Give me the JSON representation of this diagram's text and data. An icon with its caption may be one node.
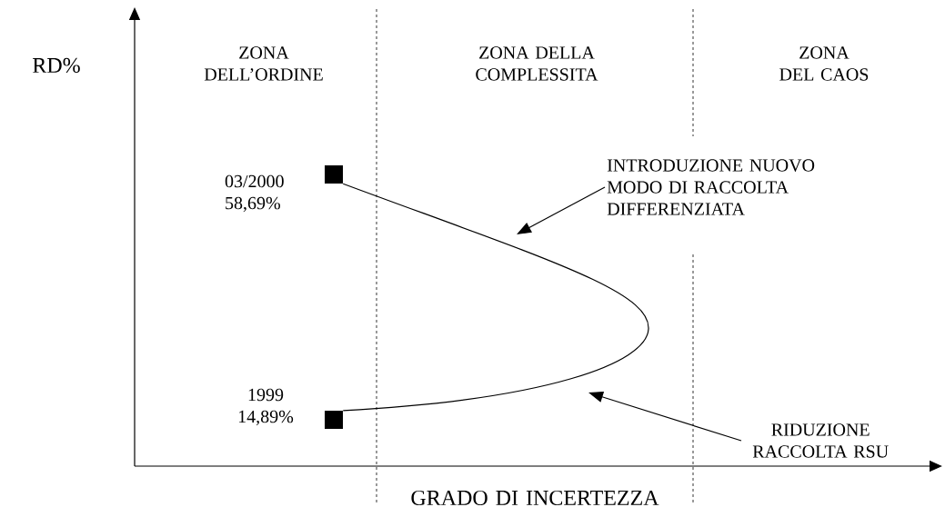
{
  "diagram": {
    "nodes": [
      {
        "text": [],
        "shape": "box",
        "beside": [
          "03/2000 58,69%"
        ]
      },
      {
        "text": [],
        "shape": "box",
        "beside": [
          "1999 14,89%"
        ]
      },
      {
        "text": [
          "INTRODUZIONE NUOVO MODO DI RACCOLTA DIFFERENZIATA"
        ]
      },
      {
        "text": [
          "RIDUZIONE RACCOLTA RSU"
        ]
      }
    ],
    "edges": [
      {
        "from": 1,
        "to": 0,
        "arrow": "none"
      },
      {
        "from": 2,
        "to": null,
        "arrow": "to"
      },
      {
        "from": 3,
        "to": null,
        "arrow": "to"
      }
    ],
    "labels": [
      "RD%",
      "ZONA DELL’ORDINE",
      "ZONA DELLA COMPLESSITA",
      "ZONA DEL CAOS",
      "GRADO DI INCERTEZZA"
    ]
  }
}
